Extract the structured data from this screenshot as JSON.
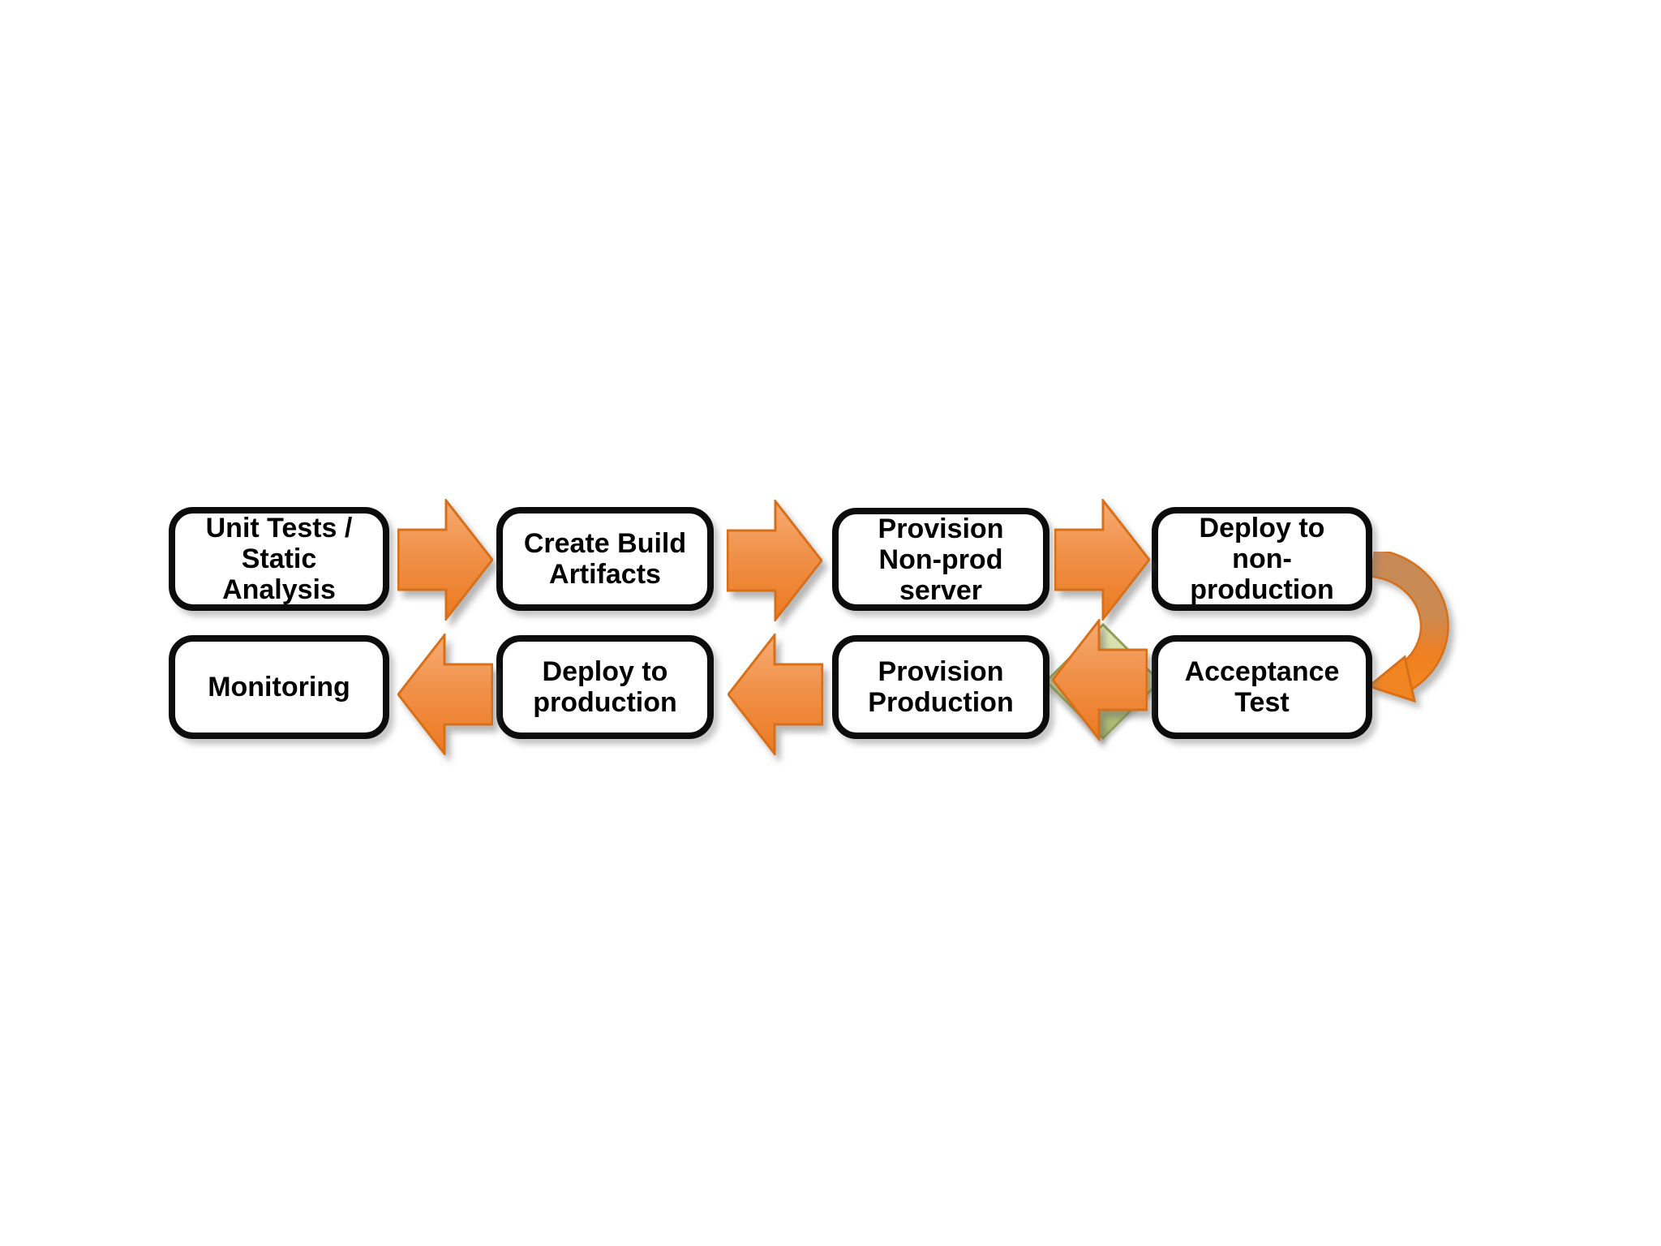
{
  "diagram_type": "flowchart",
  "boxes": [
    {
      "id": "unit-tests",
      "label": "Unit Tests /\nStatic\nAnalysis"
    },
    {
      "id": "create-build",
      "label": "Create Build\nArtifacts"
    },
    {
      "id": "provision-nonprod",
      "label": "Provision\nNon-prod\nserver"
    },
    {
      "id": "deploy-nonprod",
      "label": "Deploy to\nnon-\nproduction"
    },
    {
      "id": "monitoring",
      "label": "Monitoring"
    },
    {
      "id": "deploy-production",
      "label": "Deploy to\nproduction"
    },
    {
      "id": "provision-production",
      "label": "Provision\nProduction"
    },
    {
      "id": "acceptance-test",
      "label": "Acceptance\nTest"
    }
  ],
  "arrows": [
    {
      "from": "unit-tests",
      "to": "create-build",
      "direction": "right"
    },
    {
      "from": "create-build",
      "to": "provision-nonprod",
      "direction": "right"
    },
    {
      "from": "provision-nonprod",
      "to": "deploy-nonprod",
      "direction": "right"
    },
    {
      "from": "deploy-nonprod",
      "to": "acceptance-test",
      "direction": "curved-down"
    },
    {
      "from": "acceptance-test",
      "to": "provision-production",
      "direction": "left",
      "marker": "diamond"
    },
    {
      "from": "provision-production",
      "to": "deploy-production",
      "direction": "left"
    },
    {
      "from": "deploy-production",
      "to": "monitoring",
      "direction": "left"
    }
  ],
  "colors": {
    "arrow_fill_light": "#f7ac73",
    "arrow_fill_mid": "#f09149",
    "arrow_fill_dark": "#ec7a20",
    "arrow_outline": "#d8701a",
    "curve_top": "#c78a57",
    "curve_bottom": "#f28620",
    "diamond_fill": "#c8d295",
    "diamond_outline": "#8f9f55",
    "box_border": "#0c0c0c",
    "box_fill": "#ffffff",
    "text": "#000000",
    "background": "#ffffff"
  }
}
